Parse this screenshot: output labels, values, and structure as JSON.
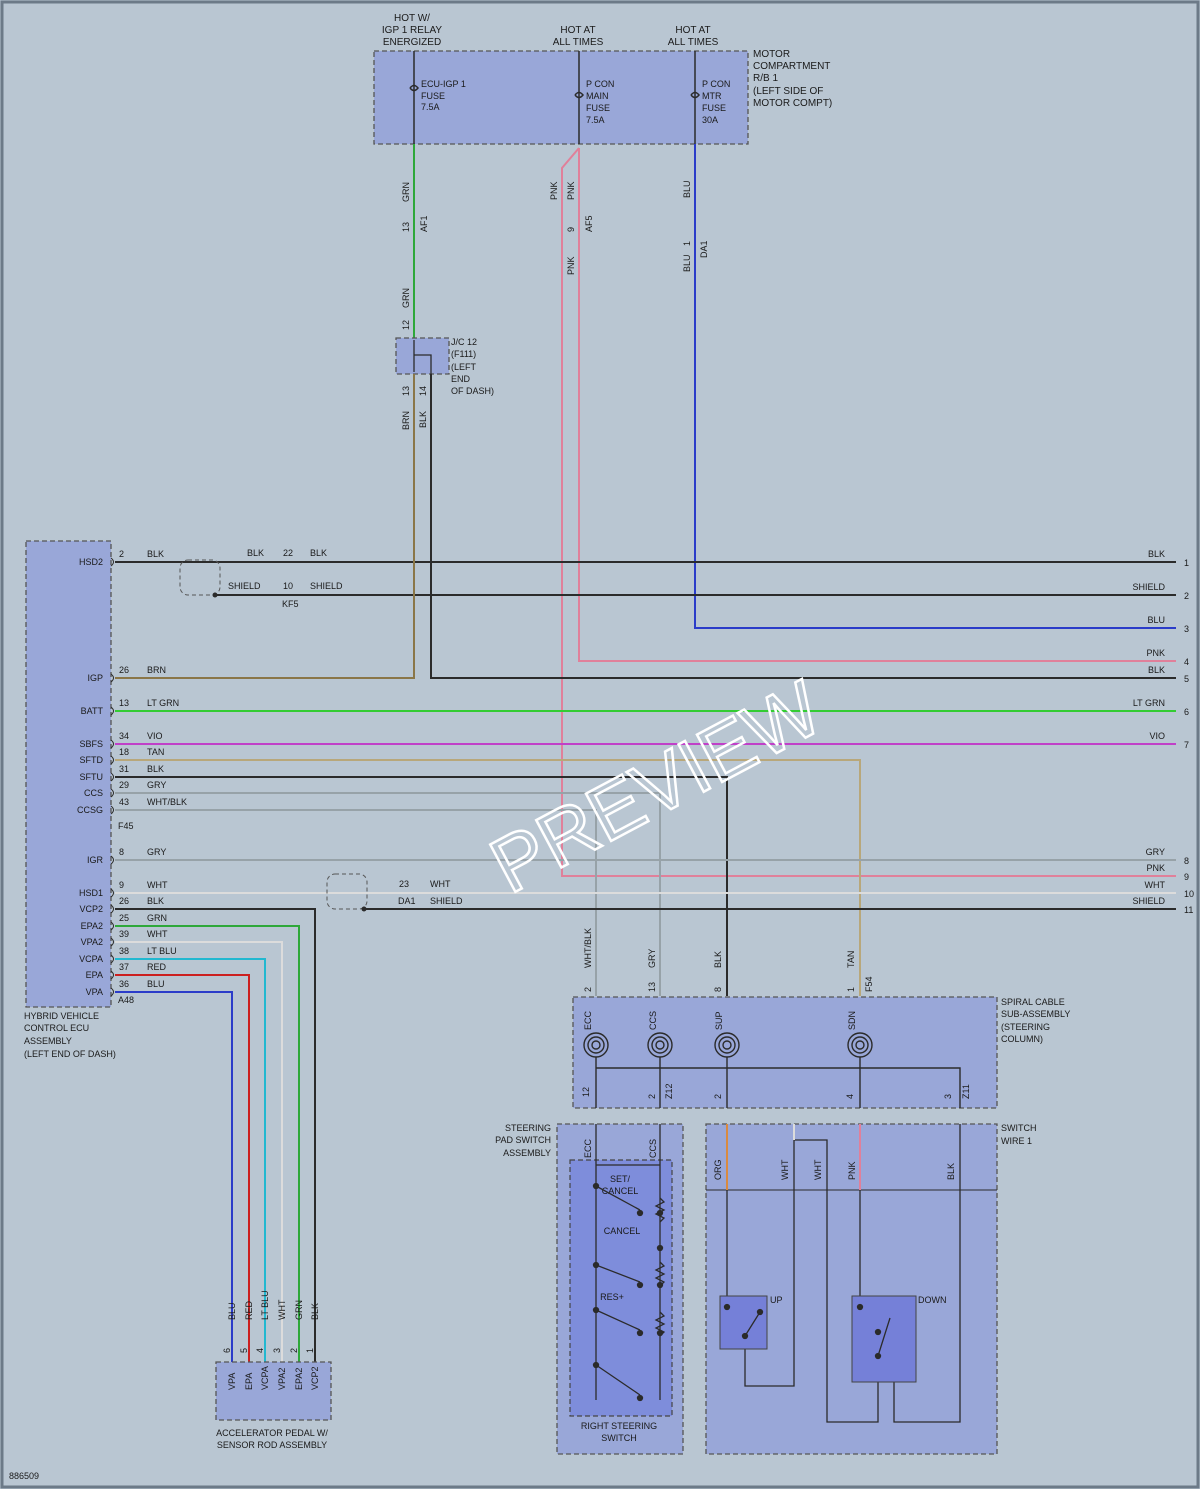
{
  "header_labels": {
    "hot_igp1": [
      "HOT W/",
      "IGP 1 RELAY",
      "ENERGIZED"
    ],
    "hot_all_1": [
      "HOT AT",
      "ALL TIMES"
    ],
    "hot_all_2": [
      "HOT AT",
      "ALL TIMES"
    ],
    "motor_rb": [
      "MOTOR",
      "COMPARTMENT",
      "R/B 1",
      "(LEFT SIDE OF",
      "MOTOR COMPT)"
    ]
  },
  "fuses": [
    {
      "lines": [
        "ECU-IGP 1",
        "FUSE",
        "7.5A"
      ]
    },
    {
      "lines": [
        "P CON",
        "MAIN",
        "FUSE",
        "7.5A"
      ]
    },
    {
      "lines": [
        "P CON",
        "MTR",
        "FUSE",
        "30A"
      ]
    }
  ],
  "jc12": [
    "J/C 12",
    "(F111)",
    "(LEFT",
    "END",
    "OF DASH)"
  ],
  "hv_ecu": {
    "name": [
      "HYBRID VEHICLE",
      "CONTROL ECU",
      "ASSEMBLY",
      "(LEFT END OF DASH)"
    ],
    "connector_f45": "F45",
    "connector_a48": "A48",
    "pins": [
      {
        "label": "HSD2",
        "pin": "2",
        "wire": "BLK"
      },
      {
        "label": "IGP",
        "pin": "26",
        "wire": "BRN"
      },
      {
        "label": "BATT",
        "pin": "13",
        "wire": "LT GRN"
      },
      {
        "label": "SBFS",
        "pin": "34",
        "wire": "VIO"
      },
      {
        "label": "SFTD",
        "pin": "18",
        "wire": "TAN"
      },
      {
        "label": "SFTU",
        "pin": "31",
        "wire": "BLK"
      },
      {
        "label": "CCS",
        "pin": "29",
        "wire": "GRY"
      },
      {
        "label": "CCSG",
        "pin": "43",
        "wire": "WHT/BLK"
      },
      {
        "label": "IGR",
        "pin": "8",
        "wire": "GRY"
      },
      {
        "label": "HSD1",
        "pin": "9",
        "wire": "WHT"
      },
      {
        "label": "VCP2",
        "pin": "26",
        "wire": "BLK"
      },
      {
        "label": "EPA2",
        "pin": "25",
        "wire": "GRN"
      },
      {
        "label": "VPA2",
        "pin": "39",
        "wire": "WHT"
      },
      {
        "label": "VCPA",
        "pin": "38",
        "wire": "LT BLU"
      },
      {
        "label": "EPA",
        "pin": "37",
        "wire": "RED"
      },
      {
        "label": "VPA",
        "pin": "36",
        "wire": "BLU"
      }
    ]
  },
  "wire_texts": {
    "grn": "GRN",
    "pnk": "PNK",
    "blu": "BLU",
    "brn": "BRN",
    "blk": "BLK",
    "shield": "SHIELD",
    "whtblk": "WHT/BLK",
    "gry": "GRY",
    "tan": "TAN",
    "wht": "WHT",
    "org": "ORG",
    "vio": "VIO",
    "ltgrn": "LT GRN",
    "red": "RED",
    "ltblu": "LT BLU"
  },
  "vertical_pins": {
    "af1_13": "13",
    "af1": "AF1",
    "jc_12": "12",
    "jc_13": "13",
    "jc_14": "14",
    "af5_9": "9",
    "af5": "AF5",
    "da1_1": "1",
    "da1": "DA1"
  },
  "kf5": {
    "pin_blk": "22",
    "pin_shield": "10",
    "name": "KF5"
  },
  "da1_splice": {
    "pin_wht": "23",
    "name": "DA1"
  },
  "right_labels": [
    {
      "text": "BLK",
      "num": "1"
    },
    {
      "text": "SHIELD",
      "num": "2"
    },
    {
      "text": "BLU",
      "num": "3"
    },
    {
      "text": "PNK",
      "num": "4"
    },
    {
      "text": "BLK",
      "num": "5"
    },
    {
      "text": "LT GRN",
      "num": "6"
    },
    {
      "text": "VIO",
      "num": "7"
    },
    {
      "text": "GRY",
      "num": "8"
    },
    {
      "text": "PNK",
      "num": "9"
    },
    {
      "text": "WHT",
      "num": "10"
    },
    {
      "text": "SHIELD",
      "num": "11"
    }
  ],
  "spiral": {
    "name": [
      "SPIRAL CABLE",
      "SUB-ASSEMBLY",
      "(STEERING",
      "COLUMN)"
    ],
    "f54": "F54",
    "z12": "Z12",
    "z11": "Z11",
    "top_pins": [
      "2",
      "13",
      "8",
      "1"
    ],
    "terminals": [
      "ECC",
      "CCS",
      "SUP",
      "SDN"
    ],
    "bottom_pins": [
      "12",
      "2",
      "2",
      "4",
      "3"
    ]
  },
  "steering_pad": {
    "name": [
      "STEERING",
      "PAD SWITCH",
      "ASSEMBLY"
    ],
    "ecc": "ECC",
    "ccs": "CCS",
    "set_cancel": [
      "SET/",
      "CANCEL"
    ],
    "cancel": "CANCEL",
    "res": "RES+",
    "right_switch": [
      "RIGHT STEERING",
      "SWITCH"
    ]
  },
  "switch_wire": {
    "name": [
      "SWITCH",
      "WIRE 1"
    ],
    "up": "UP",
    "down": "DOWN"
  },
  "pedal": {
    "name": [
      "ACCELERATOR PEDAL W/",
      "SENSOR ROD ASSEMBLY"
    ],
    "pins": [
      {
        "label": "VPA",
        "pin": "6",
        "wire": "BLU"
      },
      {
        "label": "EPA",
        "pin": "5",
        "wire": "RED"
      },
      {
        "label": "VCPA",
        "pin": "4",
        "wire": "LT BLU"
      },
      {
        "label": "VPA2",
        "pin": "3",
        "wire": "WHT"
      },
      {
        "label": "EPA2",
        "pin": "2",
        "wire": "GRN"
      },
      {
        "label": "VCP2",
        "pin": "1",
        "wire": "BLK"
      }
    ]
  },
  "watermark": "PREVIEW",
  "doc_number": "886509",
  "colors": {
    "grn": "#2ea83a",
    "pnk": "#e0809a",
    "blu": "#2b3cc9",
    "brn": "#8a7648",
    "blk": "#2b2b2b",
    "ltgrn": "#33cc33",
    "vio": "#c040c8",
    "tan": "#b8a77a",
    "gry": "#97a2a8",
    "wht": "#dcdcdc",
    "red": "#cc2020",
    "ltblu": "#22b8d0",
    "org": "#d98a40"
  }
}
